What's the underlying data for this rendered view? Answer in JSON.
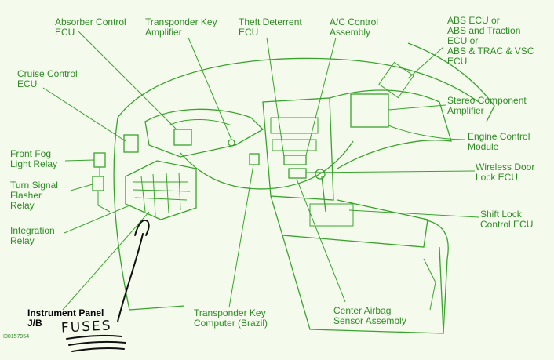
{
  "labels": {
    "absorber": "Absorber Control\nECU",
    "transponder_amp": "Transponder Key\nAmplifier",
    "theft": "Theft Deterrent\nECU",
    "ac": "A/C Control\nAssembly",
    "abs": "ABS ECU or\nABS and Traction\nECU or\nABS & TRAC & VSC\nECU",
    "cruise": "Cruise Control\nECU",
    "stereo": "Stereo Component\nAmplifier",
    "engine": "Engine Control\nModule",
    "fog": "Front Fog\nLight Relay",
    "turn": "Turn Signal\nFlasher\nRelay",
    "wireless": "Wireless Door\nLock ECU",
    "integration": "Integration\nRelay",
    "shift": "Shift Lock\nControl ECU",
    "instrument": "Instrument Panel\nJ/B",
    "transponder_comp": "Transponder Key\nComputer (Brazil)",
    "airbag": "Center Airbag\nSensor Assembly"
  },
  "figure_code": "I00157954",
  "handwritten": "FUSES",
  "colors": {
    "line": "#3aa32d",
    "text": "#2f8a26",
    "ink": "#111111",
    "background": "#f4fbec"
  }
}
